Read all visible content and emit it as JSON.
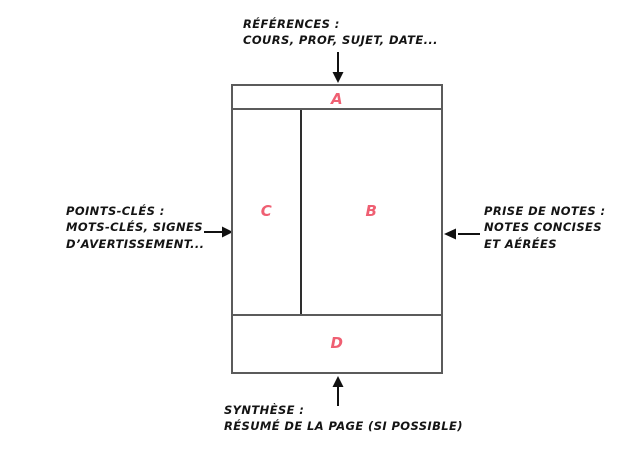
{
  "diagram": {
    "title_zones": {
      "a": "A",
      "b": "B",
      "c": "C",
      "d": "D"
    },
    "colors": {
      "zone_letter": "#ef5f72",
      "box_border": "#5b5b5b",
      "divider": "#2e2e2e",
      "text": "#141414",
      "background": "#ffffff"
    },
    "annotations": {
      "top": {
        "line1": "RÉFÉRENCES :",
        "line2": "COURS, PROF, SUJET, DATE..."
      },
      "left": {
        "line1": "POINTS-CLÉS :",
        "line2": "MOTS-CLÉS, SIGNES",
        "line3": "D’AVERTISSEMENT..."
      },
      "right": {
        "line1": "PRISE DE NOTES :",
        "line2": "NOTES CONCISES",
        "line3": "ET AÉRÉES"
      },
      "bottom": {
        "line1": "SYNTHÈSE :",
        "line2": "RÉSUMÉ DE LA PAGE (SI POSSIBLE)"
      }
    },
    "arrows": {
      "top": "arrow-down-icon",
      "left": "arrow-right-icon",
      "right": "arrow-left-icon",
      "bottom": "arrow-up-icon"
    }
  }
}
